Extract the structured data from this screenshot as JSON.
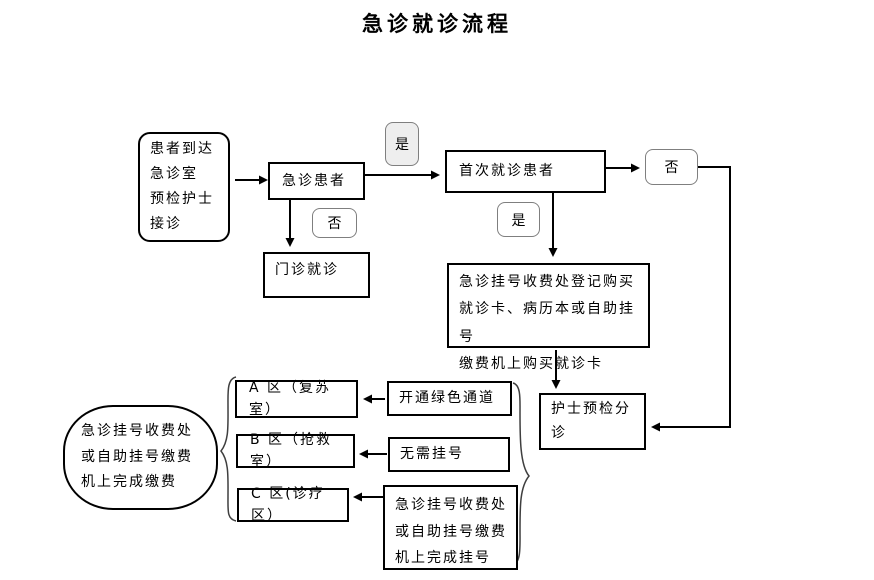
{
  "title": "急诊就诊流程",
  "labels": {
    "yes": "是",
    "no": "否"
  },
  "flow": {
    "start": "患者到达\n急诊室\n预检护士\n接诊",
    "emergency_patient": "急诊患者",
    "outpatient": "门诊就诊",
    "first_visit": "首次就诊患者",
    "register_card": "急诊挂号收费处登记购买\n就诊卡、病历本或自助挂号\n缴费机上购买就诊卡",
    "nurse_triage": "护士预检分\n诊",
    "zone_a": "A 区（复苏室）",
    "zone_b": "B 区（抢救室）",
    "zone_c": "C 区(诊疗区）",
    "green_channel": "开通绿色通道",
    "no_need_register": "无需挂号",
    "complete_register": "急诊挂号收费处\n或自助挂号缴费\n机上完成挂号",
    "complete_payment": "急诊挂号收费处\n或自助挂号缴费\n机上完成缴费"
  },
  "colors": {
    "background": "#ffffff",
    "text": "#000000",
    "box_border": "#000000",
    "label_border": "#7f7f7f",
    "label_yes_fill": "#eeeeee",
    "connector": "#000000"
  }
}
